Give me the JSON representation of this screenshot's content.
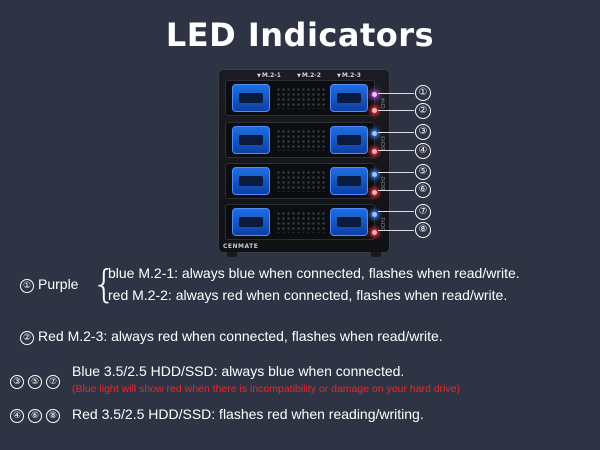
{
  "title": "LED Indicators",
  "enclosure": {
    "brand": "CENMATE",
    "slot_labels": [
      "M.2-1",
      "M.2-2",
      "M.2-3"
    ],
    "side_labels": [
      "CH4",
      "DCH3",
      "DCH2",
      "DCH1"
    ]
  },
  "callouts": [
    "①",
    "②",
    "③",
    "④",
    "⑤",
    "⑥",
    "⑦",
    "⑧"
  ],
  "legend": {
    "purple": {
      "number": "①",
      "label": "Purple",
      "blue_line": "blue M.2-1: always blue when connected, flashes when read/write.",
      "red_line": "red M.2-2: always red when connected, flashes when read/write."
    },
    "red_m23": {
      "number": "②",
      "text": "Red M.2-3: always red when connected, flashes when read/write."
    },
    "blue_hdd": {
      "numbers": [
        "③",
        "⑤",
        "⑦"
      ],
      "text": "Blue 3.5/2.5 HDD/SSD: always blue when connected.",
      "warning": "(Blue light will show red when there is incompatibility or damage on your hard drive)"
    },
    "red_hdd": {
      "numbers": [
        "④",
        "⑥",
        "⑧"
      ],
      "text": "Red 3.5/2.5 HDD/SSD: flashes red when reading/writing."
    }
  },
  "colors": {
    "background": "#2f3445",
    "tray_blue": "#1e6fe0",
    "warning_red": "#e8262c"
  }
}
